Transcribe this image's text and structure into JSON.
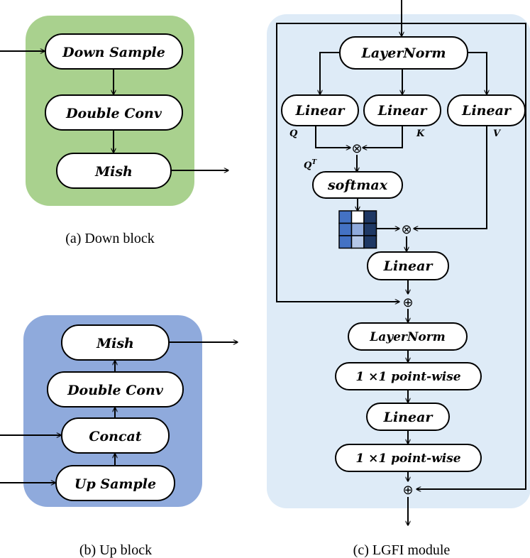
{
  "colors": {
    "down_panel": "#a9d18e",
    "up_panel": "#8faadc",
    "lgfi_panel": "#deebf7",
    "line": "#000000",
    "node_fill": "#ffffff",
    "matrix_dark": "#1f3864",
    "matrix_mid": "#4472c4",
    "matrix_light": "#8faadc",
    "matrix_pale": "#b4c7e7",
    "matrix_white": "#ffffff"
  },
  "down_block": {
    "caption": "(a) Down block",
    "nodes": {
      "down_sample": "Down Sample",
      "double_conv": "Double Conv",
      "mish": "Mish"
    }
  },
  "up_block": {
    "caption": "(b) Up block",
    "nodes": {
      "mish": "Mish",
      "double_conv": "Double Conv",
      "concat": "Concat",
      "up_sample": "Up Sample"
    }
  },
  "lgfi": {
    "caption": "(c) LGFI module",
    "nodes": {
      "layernorm1": "LayerNorm",
      "linear_q": "Linear",
      "linear_k": "Linear",
      "linear_v": "Linear",
      "softmax": "softmax",
      "linear_out": "Linear",
      "layernorm2": "LayerNorm",
      "pointwise1": "1 ×1 point-wise",
      "linear_mid": "Linear",
      "pointwise2": "1 ×1 point-wise"
    },
    "labels": {
      "q": "Q",
      "k": "K",
      "v": "V",
      "qt": "Q",
      "qt_sup": "T"
    },
    "ops": {
      "mul": "⊗",
      "add": "⊕"
    },
    "attention_matrix": [
      [
        "mid",
        "white",
        "dark"
      ],
      [
        "mid",
        "light",
        "dark"
      ],
      [
        "mid",
        "pale",
        "dark"
      ]
    ]
  }
}
